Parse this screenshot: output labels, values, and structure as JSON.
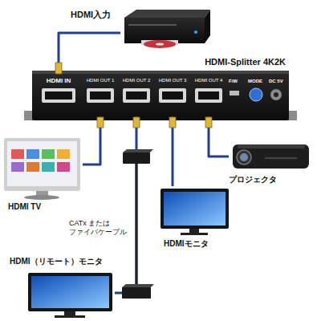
{
  "diagram": {
    "nodes": [
      {
        "text": [
          "HDMI入力"
        ]
      },
      {
        "text": [
          "HDMI-Splitter 4K2K"
        ]
      },
      {
        "text": [
          "HDMI IN"
        ],
        "in": 1
      },
      {
        "text": [
          "HDMI OUT 1"
        ],
        "in": 1
      },
      {
        "text": [
          "HDMI OUT 2"
        ],
        "in": 1
      },
      {
        "text": [
          "HDMI OUT 3"
        ],
        "in": 1
      },
      {
        "text": [
          "HDMI OUT 4"
        ],
        "in": 1
      },
      {
        "text": [
          "HDMI TV"
        ]
      },
      {
        "text": [
          "プロジェクタ"
        ]
      },
      {
        "text": [
          "HDMIモニタ"
        ]
      },
      {
        "text": [
          "HDMI（リモート）モニタ"
        ]
      }
    ],
    "edges": [
      {
        "from": 0,
        "to": 2,
        "arrow": "none"
      },
      {
        "from": 3,
        "to": 7,
        "arrow": "none"
      },
      {
        "from": 4,
        "to": 10,
        "label": "CATx または ファイバケーブル",
        "arrow": "none"
      },
      {
        "from": 5,
        "to": 9,
        "arrow": "none"
      },
      {
        "from": 6,
        "to": 8,
        "arrow": "none"
      }
    ],
    "labels": [
      "F/W",
      "MODE",
      "DC 5V"
    ]
  }
}
